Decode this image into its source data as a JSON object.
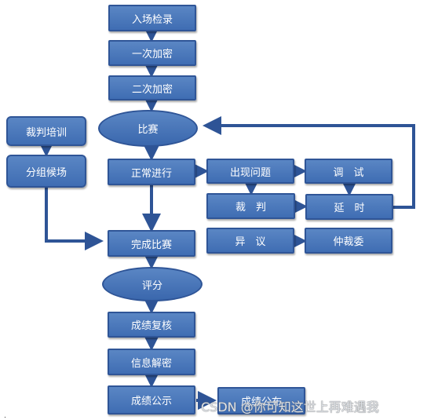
{
  "nodes": {
    "entry_check": "入场检录",
    "first_encrypt": "一次加密",
    "second_encrypt": "二次加密",
    "competition": "比赛",
    "normal_progress": "正常进行",
    "problem_occurs": "出现问题",
    "debug": "调　试",
    "referee": "裁　判",
    "delay": "延　时",
    "objection": "异　议",
    "arbitration": "仲裁委",
    "complete": "完成比赛",
    "scoring": "评分",
    "score_review": "成绩复核",
    "info_decrypt": "信息解密",
    "score_public": "成绩公示",
    "score_publish": "成绩公布",
    "referee_training": "裁判培训",
    "group_waiting": "分组候场"
  },
  "watermark": "CSDN @你可知这世上再难遇我",
  "corner_mark": ".",
  "colors": {
    "fill": "#4a78bd",
    "border": "#2f5597",
    "arrow": "#2e5496"
  }
}
